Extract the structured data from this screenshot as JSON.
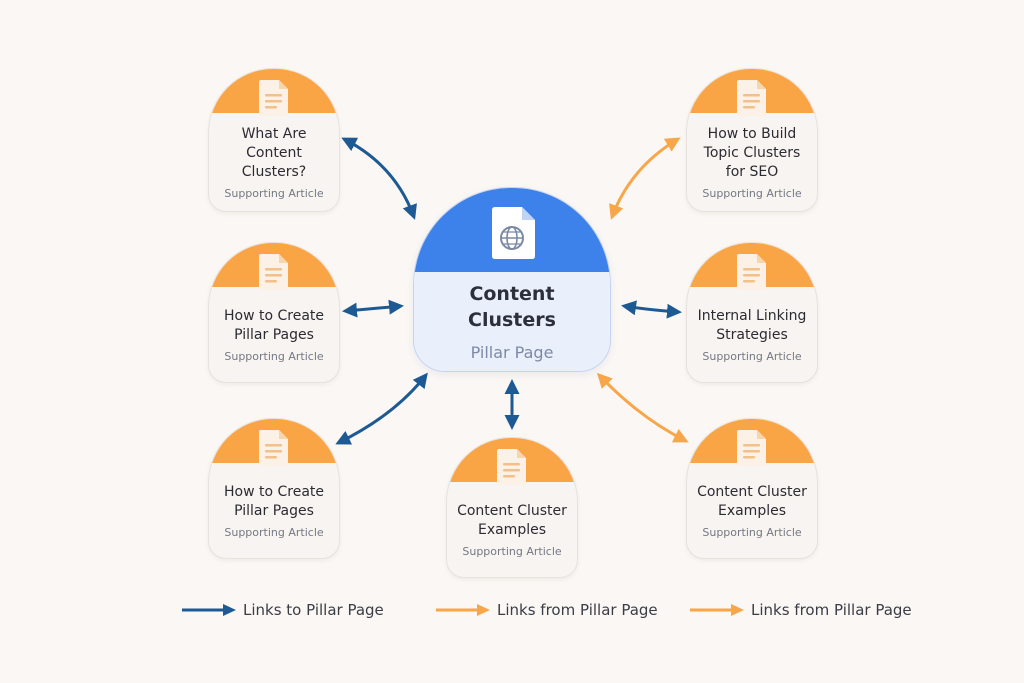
{
  "pillar": {
    "title": "Content\nClusters",
    "subtitle": "Pillar Page",
    "icon": "globe-document-icon"
  },
  "articles": [
    {
      "title": "What Are\nContent\nClusters?",
      "subtitle": "Supporting Article",
      "link": "to"
    },
    {
      "title": "How to Build\nTopic Clusters\nfor SEO",
      "subtitle": "Supporting Article",
      "link": "from"
    },
    {
      "title": "How to Create\nPillar Pages",
      "subtitle": "Supporting Article",
      "link": "to"
    },
    {
      "title": "Internal Linking\nStrategies",
      "subtitle": "Supporting Article",
      "link": "to"
    },
    {
      "title": "How to Create\nPillar Pages",
      "subtitle": "Supporting Article",
      "link": "to"
    },
    {
      "title": "Content Cluster\nExamples",
      "subtitle": "Supporting Article",
      "link": "to"
    },
    {
      "title": "Content Cluster\nExamples",
      "subtitle": "Supporting Article",
      "link": "from"
    }
  ],
  "legend": [
    {
      "label": "Links to Pillar Page",
      "type": "to"
    },
    {
      "label": "Links from Pillar Page",
      "type": "from"
    },
    {
      "label": "Links from Pillar Page",
      "type": "from"
    }
  ],
  "colors": {
    "to": "#1d5a94",
    "from": "#f7a64a",
    "card_cap": "#f9a545",
    "pillar_cap": "#3c82ea"
  }
}
